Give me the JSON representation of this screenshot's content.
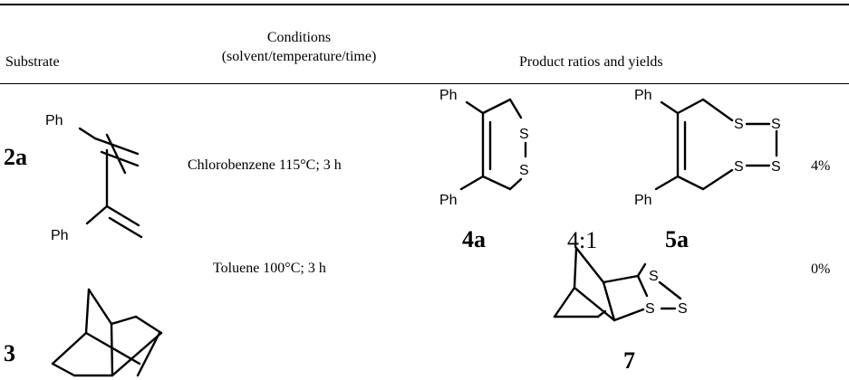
{
  "table": {
    "headers": {
      "substrate": "Substrate",
      "conditions_line1": "Conditions",
      "conditions_line2": "(solvent/temperature/time)",
      "products": "Product ratios and yields"
    },
    "rows": [
      {
        "substrate_label": "2a",
        "conditions": "Chlorobenzene 115°C; 3 h",
        "products": [
          "4a",
          "5a"
        ],
        "ratio": "4:1",
        "yield": "4%"
      },
      {
        "substrate_label": "3",
        "conditions": "Toluene 100°C; 3 h",
        "products": [
          "7"
        ],
        "yield": "0%"
      }
    ]
  },
  "atoms": {
    "ph": "Ph",
    "s": "S"
  }
}
